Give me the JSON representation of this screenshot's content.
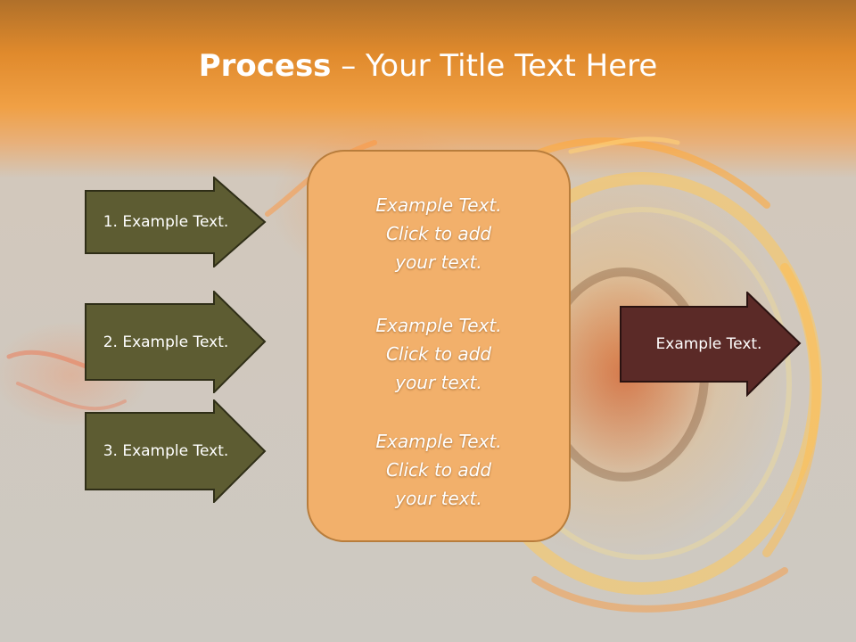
{
  "title": {
    "bold": "Process",
    "rest": " – Your Title Text Here"
  },
  "left_arrows": [
    {
      "label": "1. Example Text."
    },
    {
      "label": "2. Example Text."
    },
    {
      "label": "3. Example Text."
    }
  ],
  "center_box": {
    "paragraphs": [
      {
        "lines": [
          "Example Text.",
          "Click  to add",
          "your text."
        ]
      },
      {
        "lines": [
          "Example Text.",
          "Click  to add",
          "your text."
        ]
      },
      {
        "lines": [
          "Example Text.",
          "Click  to add",
          "your text."
        ]
      }
    ]
  },
  "right_arrow": {
    "label": "Example Text."
  },
  "colors": {
    "left_arrow_fill": "#5d5c32",
    "right_arrow_fill": "#5b2a27",
    "center_box_fill": "#f2b06b",
    "title_band": "#e08a2c"
  }
}
